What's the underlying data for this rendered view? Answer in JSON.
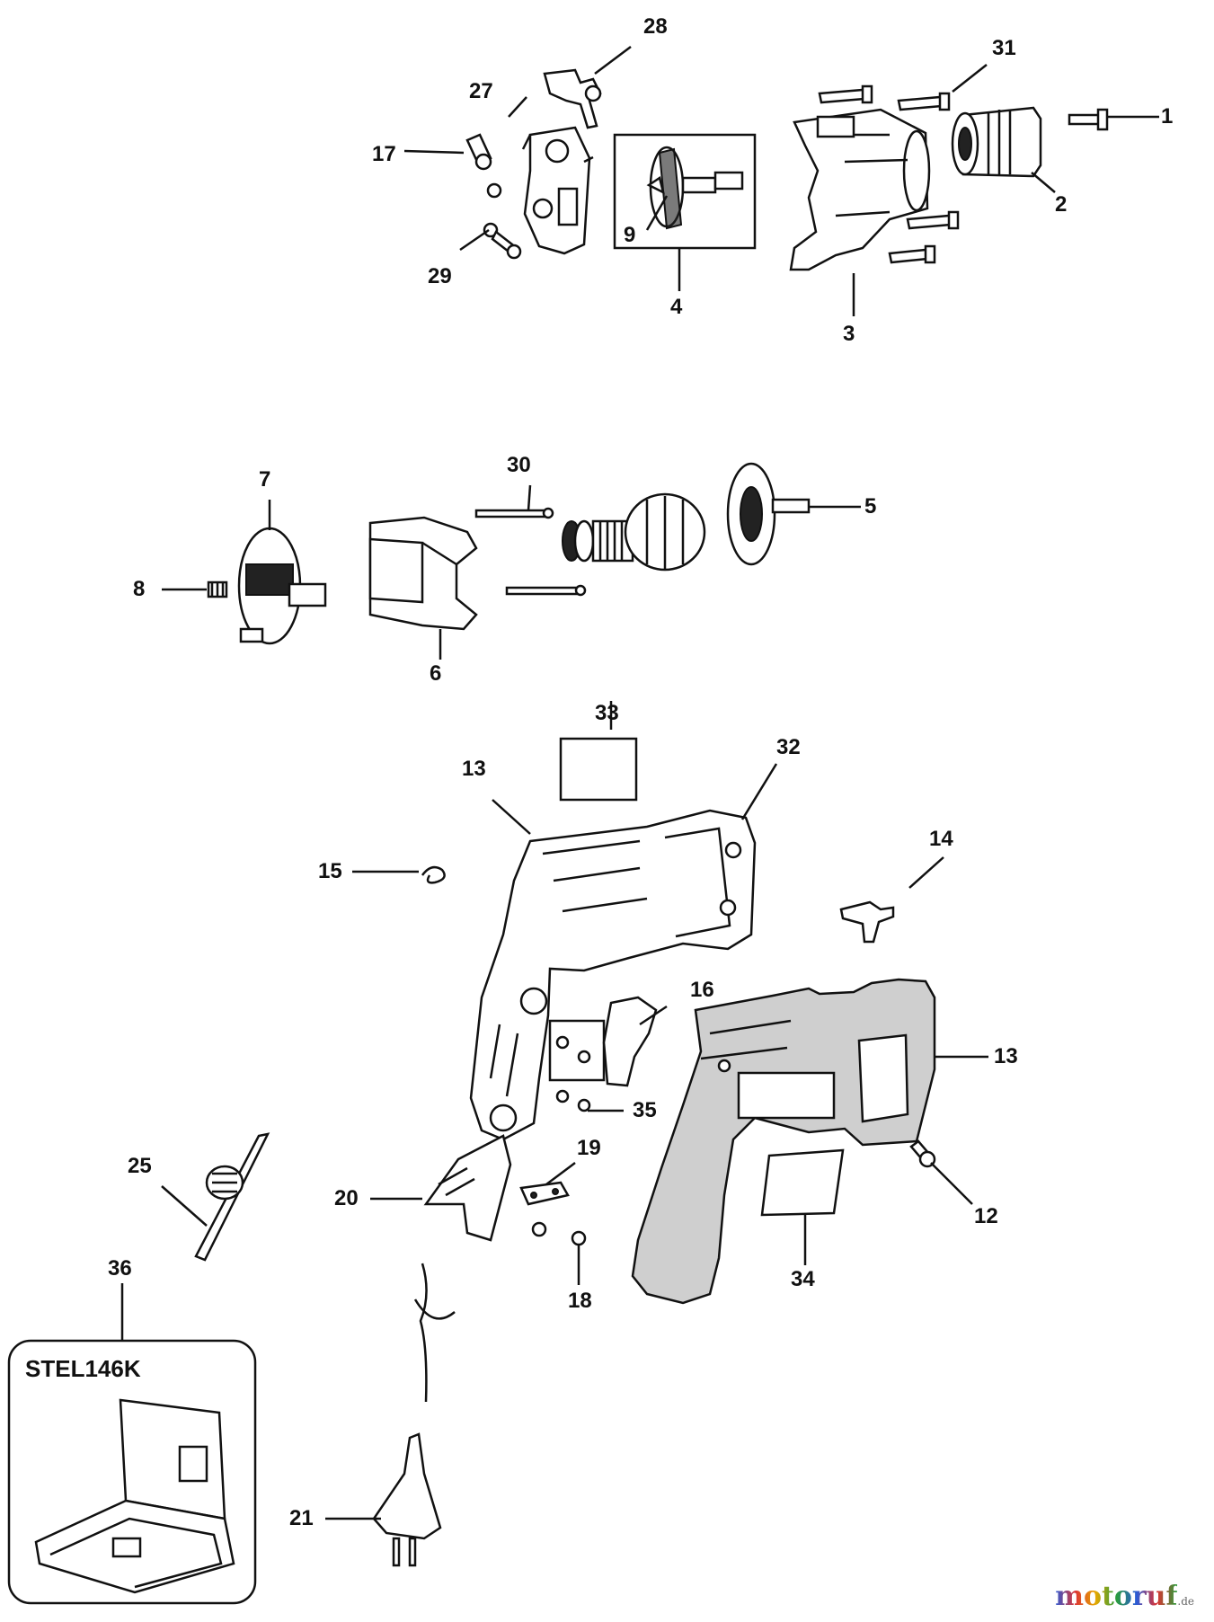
{
  "diagram": {
    "kit_label": "STEL146K",
    "watermark": {
      "text": "motoruf",
      "suffix": ".de"
    },
    "callouts": [
      "1",
      "2",
      "3",
      "4",
      "5",
      "6",
      "7",
      "8",
      "9",
      "12",
      "13",
      "13",
      "14",
      "15",
      "16",
      "17",
      "18",
      "19",
      "20",
      "21",
      "25",
      "27",
      "28",
      "29",
      "30",
      "31",
      "32",
      "33",
      "34",
      "35",
      "36"
    ]
  }
}
